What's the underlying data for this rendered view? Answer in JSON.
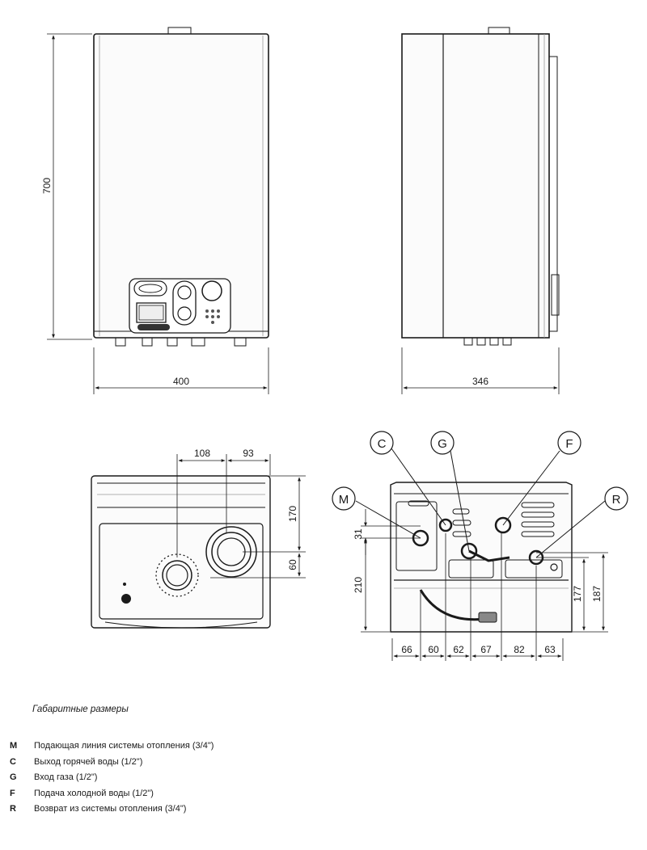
{
  "dimensions": {
    "front_height": "700",
    "front_width": "400",
    "side_depth": "346",
    "bottom_a": "108",
    "bottom_b": "93",
    "bottom_c": "170",
    "bottom_d": "60",
    "conn_left_top": "31",
    "conn_left_height": "210",
    "conn_right_a": "177",
    "conn_right_b": "187",
    "spacing": [
      "66",
      "60",
      "62",
      "67",
      "82",
      "63"
    ]
  },
  "callouts": {
    "M": "M",
    "C": "C",
    "G": "G",
    "F": "F",
    "R": "R"
  },
  "caption": "Габаритные размеры",
  "legend": [
    {
      "code": "M",
      "text": "Подающая линия системы отопления (3/4\")"
    },
    {
      "code": "C",
      "text": "Выход горячей воды (1/2\")"
    },
    {
      "code": "G",
      "text": "Вход газа (1/2\")"
    },
    {
      "code": "F",
      "text": "Подача холодной воды (1/2\")"
    },
    {
      "code": "R",
      "text": "Возврат из системы отопления (3/4\")"
    }
  ]
}
